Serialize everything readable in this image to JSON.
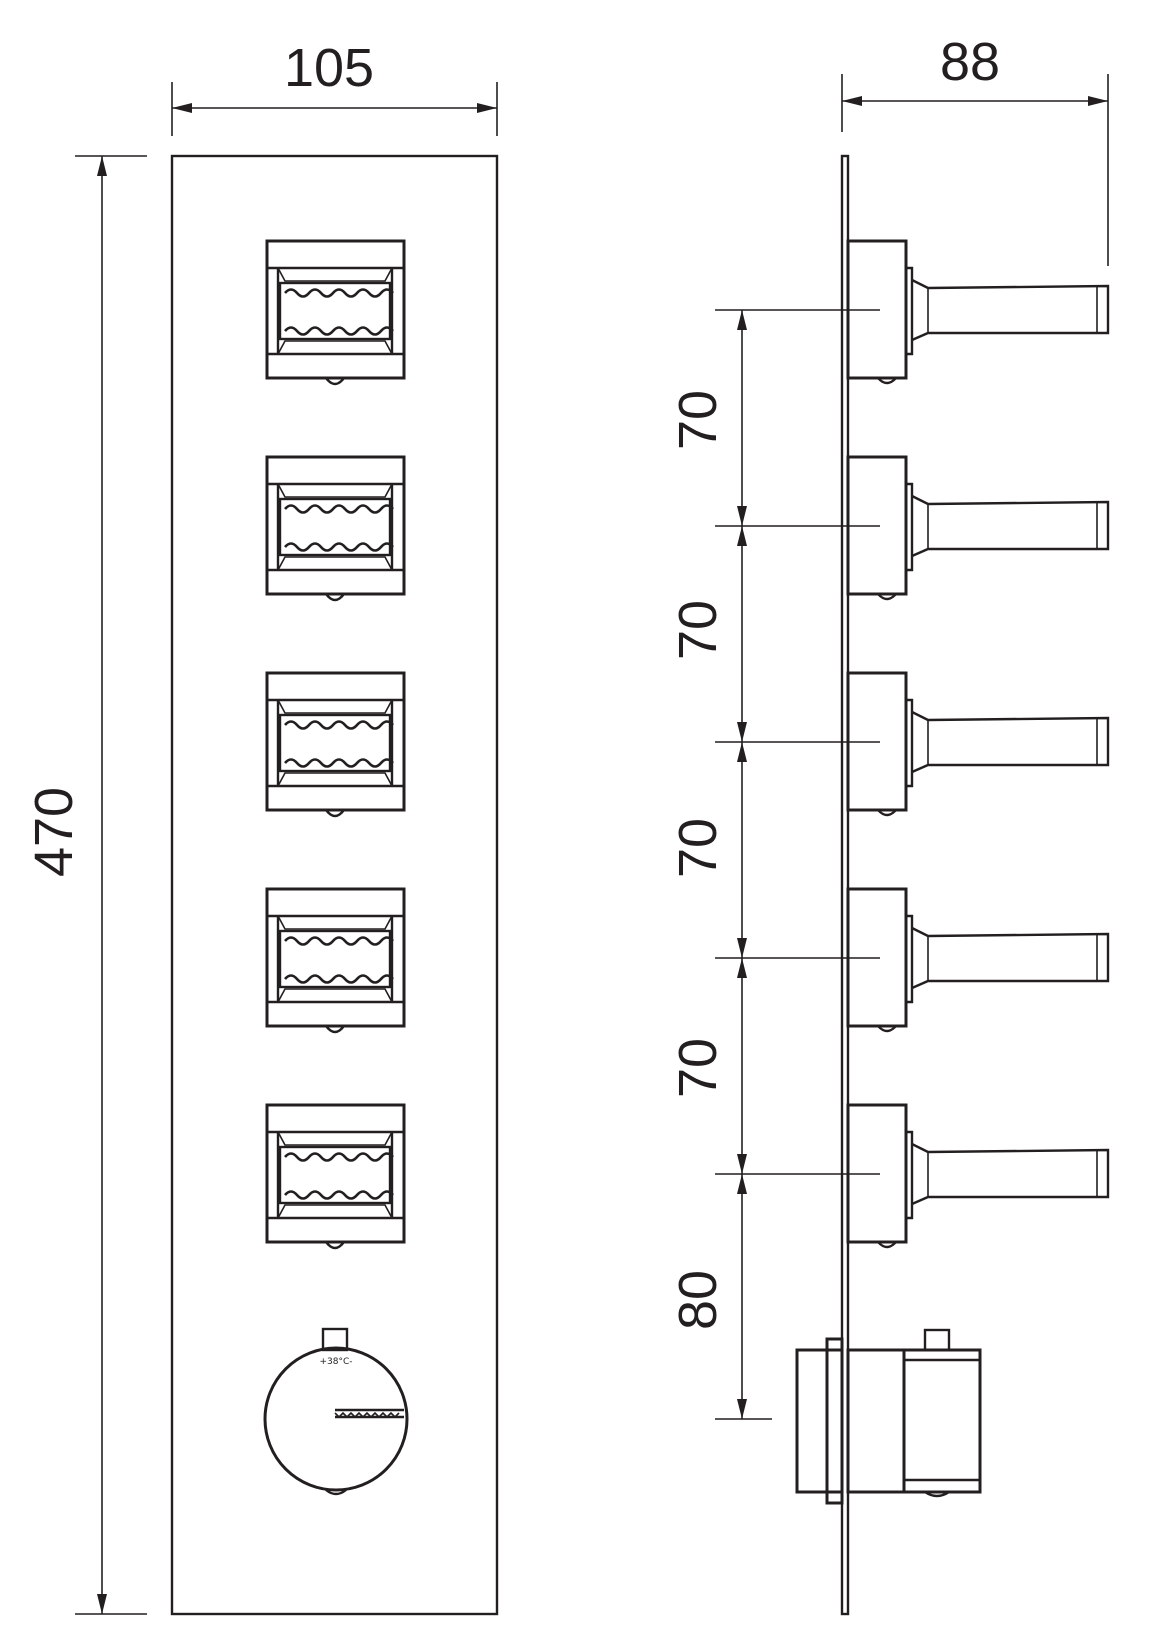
{
  "dimensions": {
    "front_width": "105",
    "front_height": "470",
    "side_depth": "88",
    "spacing_1": "70",
    "spacing_2": "70",
    "spacing_3": "70",
    "spacing_4": "70",
    "spacing_bottom": "80"
  },
  "thermostat": {
    "scale_label": "+38°C-"
  },
  "colors": {
    "line": "#231f20",
    "background": "#ffffff"
  }
}
